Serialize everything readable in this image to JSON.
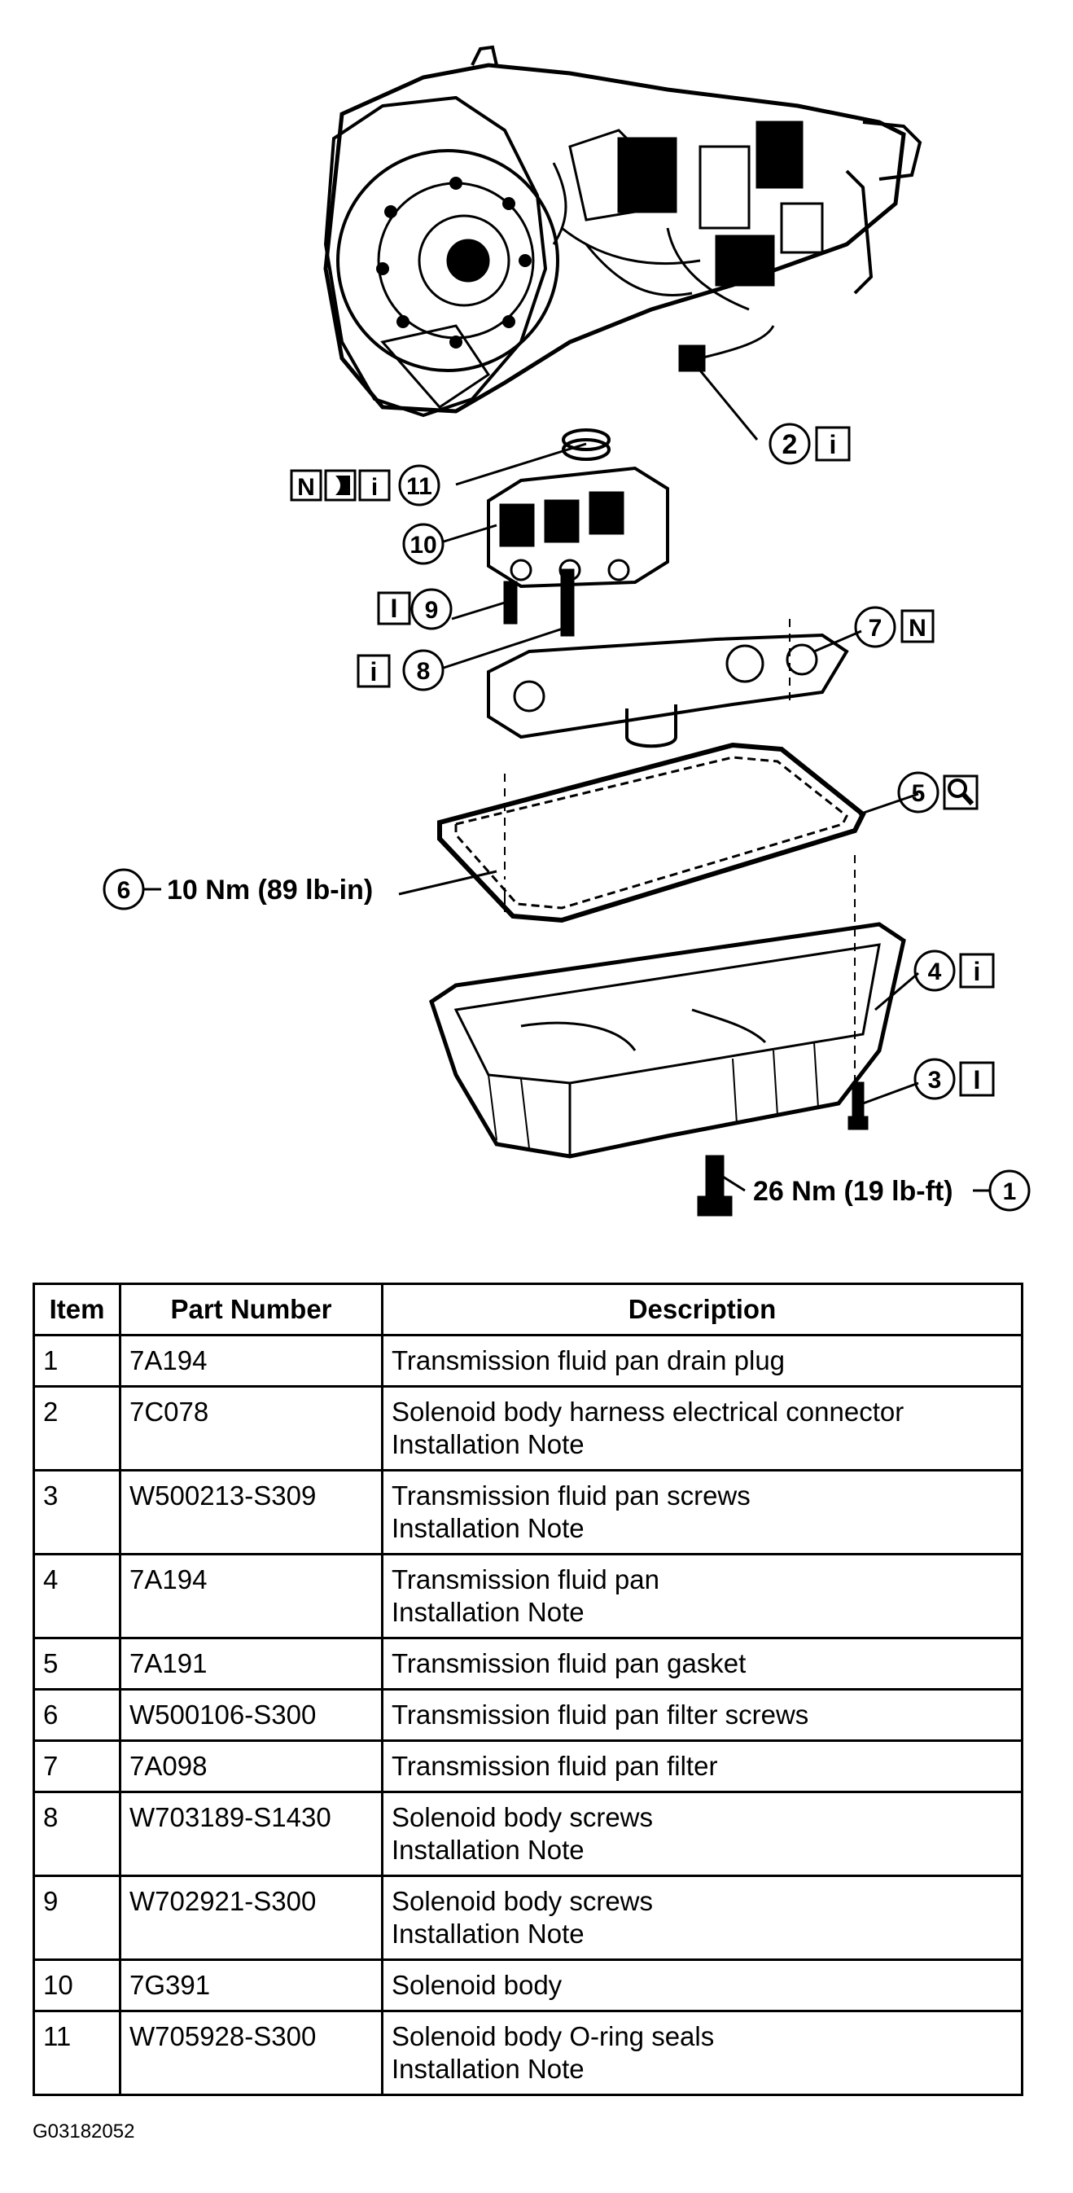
{
  "callouts": {
    "c1": "1",
    "c2": "2",
    "c3": "3",
    "c4": "4",
    "c5": "5",
    "c6": "6",
    "c7": "7",
    "c8": "8",
    "c9": "9",
    "c10": "10",
    "c11": "11"
  },
  "symbols": {
    "info": "i",
    "new": "N",
    "inspect": "I"
  },
  "torque": {
    "filter_screws": "10 Nm (89 lb-in)",
    "drain_plug": "26 Nm (19 lb-ft)"
  },
  "table": {
    "headers": {
      "item": "Item",
      "part_number": "Part Number",
      "description": "Description"
    },
    "rows": [
      {
        "item": "1",
        "part": "7A194",
        "desc": [
          "Transmission fluid pan drain plug"
        ]
      },
      {
        "item": "2",
        "part": "7C078",
        "desc": [
          "Solenoid body harness electrical connector",
          "Installation Note"
        ]
      },
      {
        "item": "3",
        "part": "W500213-S309",
        "desc": [
          "Transmission fluid pan screws",
          "Installation Note"
        ]
      },
      {
        "item": "4",
        "part": "7A194",
        "desc": [
          "Transmission fluid pan",
          "Installation Note"
        ]
      },
      {
        "item": "5",
        "part": "7A191",
        "desc": [
          "Transmission fluid pan gasket"
        ]
      },
      {
        "item": "6",
        "part": "W500106-S300",
        "desc": [
          "Transmission fluid pan filter screws"
        ]
      },
      {
        "item": "7",
        "part": "7A098",
        "desc": [
          "Transmission fluid pan filter"
        ]
      },
      {
        "item": "8",
        "part": "W703189-S1430",
        "desc": [
          "Solenoid body screws",
          "Installation Note"
        ]
      },
      {
        "item": "9",
        "part": "W702921-S300",
        "desc": [
          "Solenoid body screws",
          "Installation Note"
        ]
      },
      {
        "item": "10",
        "part": "7G391",
        "desc": [
          "Solenoid body"
        ]
      },
      {
        "item": "11",
        "part": "W705928-S300",
        "desc": [
          "Solenoid body O-ring seals",
          "Installation Note"
        ]
      }
    ]
  },
  "figure_id": "G03182052"
}
